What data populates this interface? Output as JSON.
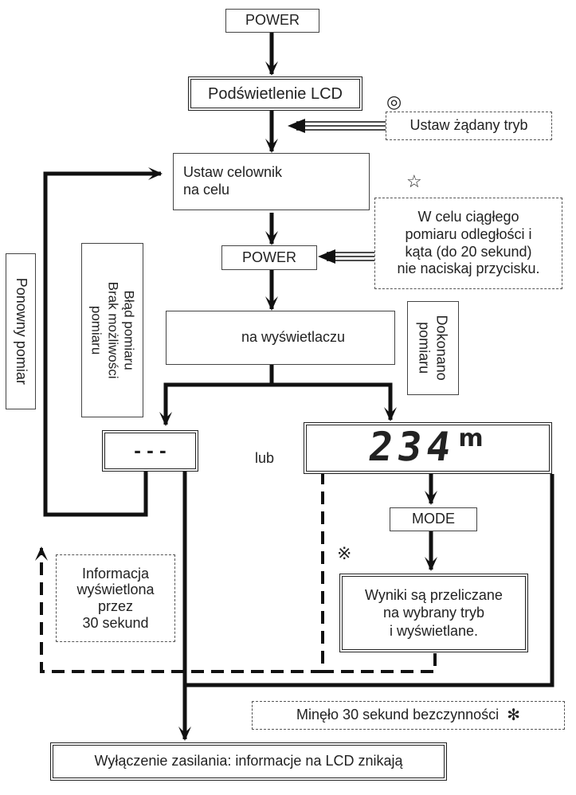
{
  "diagram": {
    "power_top": "POWER",
    "lcd_backlight": "Podświetlenie LCD",
    "symbol_double_circle": "◎",
    "set_mode": "Ustaw żądany tryb",
    "aim_line1": "Ustaw celownik",
    "aim_line2": "na celu",
    "symbol_star": "☆",
    "continuous_note": [
      "W celu ciągłego",
      "pomiaru odległości i",
      "kąta (do 20 sekund)",
      "nie naciskaj przycisku."
    ],
    "power_mid": "POWER",
    "on_display": "na wyświetlaczu",
    "error_label": [
      "Błąd pomiaru",
      "Brak możliwości",
      "pomiaru"
    ],
    "done_label": [
      "Dokonano",
      "pomiaru"
    ],
    "remeasure_label": "Ponowny pomiar",
    "error_display": "- - -",
    "or_label": "lub",
    "lcd_digits": "234",
    "lcd_unit": "m",
    "mode_button": "MODE",
    "symbol_reference": "※",
    "results_text": [
      "Wyniki są przeliczane",
      "na wybrany tryb",
      "i wyświetlane."
    ],
    "info_text": [
      "Informacja",
      "wyświetlona",
      "przez",
      "30 sekund"
    ],
    "idle_note": "Minęło 30 sekund bezczynności",
    "symbol_asterisk": "✻",
    "power_off": "Wyłączenie zasilania: informacje na LCD znikają"
  }
}
